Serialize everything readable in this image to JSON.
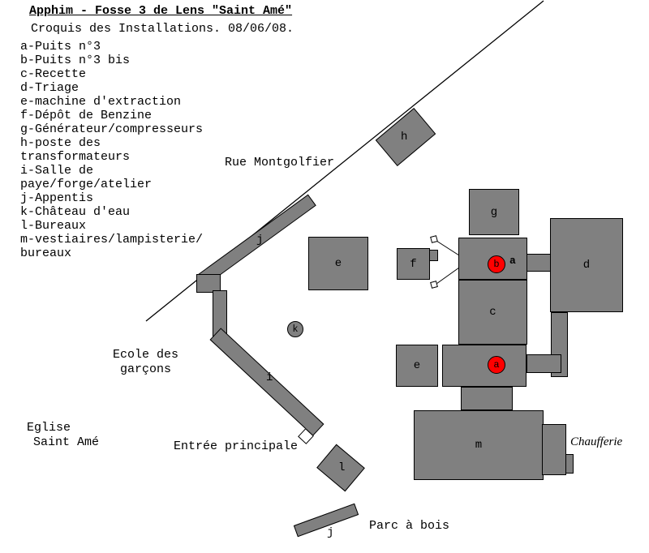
{
  "header": {
    "title": "Apphim - Fosse 3 de Lens \"Saint Amé\"",
    "subtitle": "Croquis des Installations. 08/06/08."
  },
  "legend": {
    "lines": [
      "a-Puits n°3",
      "b-Puits n°3 bis",
      "c-Recette",
      "d-Triage",
      "e-machine d'extraction",
      "f-Dépôt de Benzine",
      "g-Générateur/compresseurs",
      "h-poste des",
      "transformateurs",
      "i-Salle de",
      "paye/forge/atelier",
      "j-Appentis",
      "k-Château d'eau",
      "l-Bureaux",
      "m-vestiaires/lampisterie/",
      "bureaux"
    ]
  },
  "map_labels": {
    "street": "Rue Montgolfier",
    "school_line1": "Ecole des",
    "school_line2": "garçons",
    "church_line1": "Eglise",
    "church_line2": "Saint Amé",
    "entrance": "Entrée principale",
    "wood_yard": "Parc à bois",
    "boiler_house": "Chaufferie"
  },
  "buildings": {
    "h": "h",
    "g": "g",
    "d": "d",
    "f": "f",
    "e_top": "e",
    "c": "c",
    "e_bottom": "e",
    "m": "m",
    "i": "i",
    "j_top": "j",
    "j_bottom": "j",
    "k": "k",
    "l": "l"
  },
  "shafts": {
    "shaft_b": "b",
    "shaft_a": "a",
    "annotation_a": "a"
  },
  "colors": {
    "building_fill": "#808080",
    "shaft_fill": "#ff0000",
    "line": "#000000"
  }
}
